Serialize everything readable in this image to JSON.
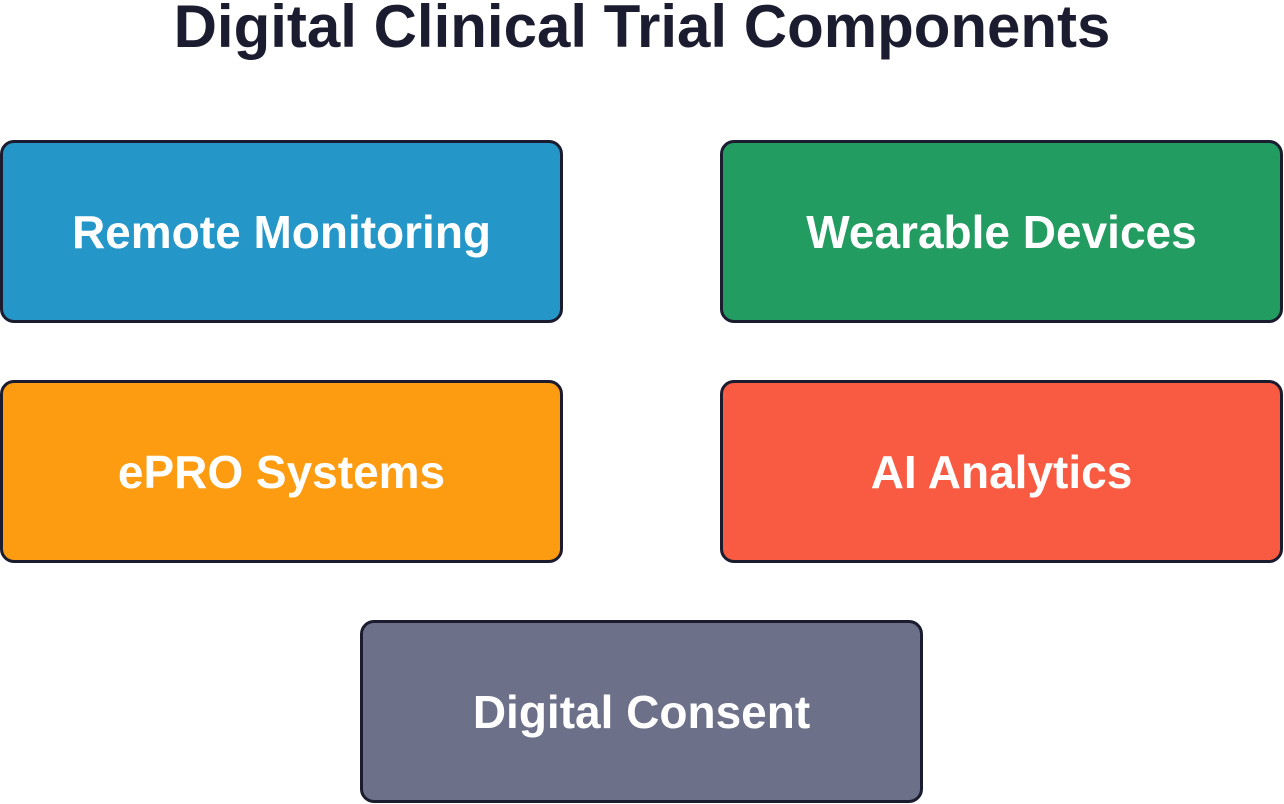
{
  "title": "Digital Clinical Trial Components",
  "components": [
    {
      "id": "remote",
      "label": "Remote Monitoring",
      "color": "#2496c8"
    },
    {
      "id": "wearable",
      "label": "Wearable Devices",
      "color": "#229c61"
    },
    {
      "id": "epro",
      "label": "ePRO Systems",
      "color": "#fd9c10"
    },
    {
      "id": "ai",
      "label": "AI Analytics",
      "color": "#f85b42"
    },
    {
      "id": "consent",
      "label": "Digital Consent",
      "color": "#6c7089"
    }
  ]
}
